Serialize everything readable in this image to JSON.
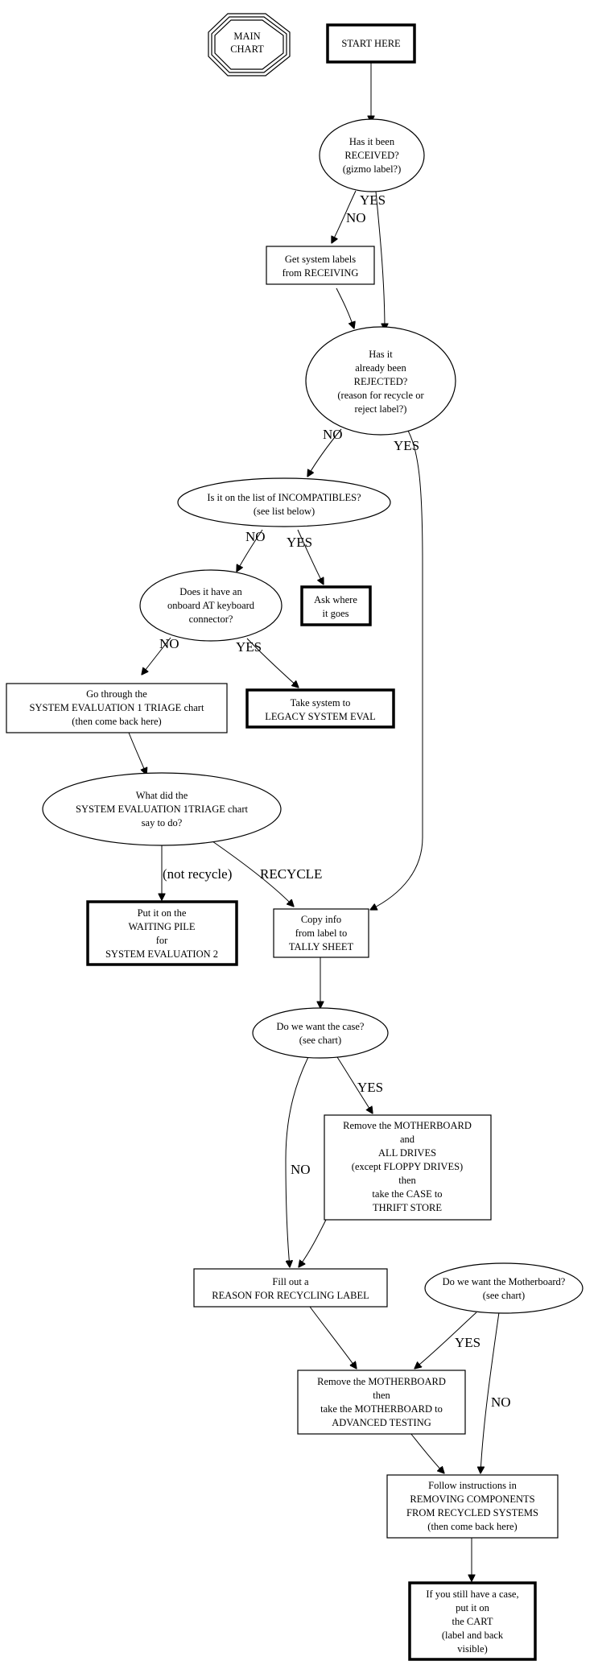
{
  "diagram": {
    "nodes": {
      "main_chart": {
        "shape": "tripleoctagon",
        "lines": [
          "MAIN",
          "CHART"
        ]
      },
      "start": {
        "shape": "box-bold",
        "lines": [
          "START HERE"
        ]
      },
      "received": {
        "shape": "ellipse",
        "lines": [
          "Has it been",
          "RECEIVED?",
          "(gizmo label?)"
        ]
      },
      "get_labels": {
        "shape": "box",
        "lines": [
          "Get system labels",
          "from RECEIVING"
        ]
      },
      "rejected": {
        "shape": "ellipse",
        "lines": [
          "Has it",
          "already been",
          "REJECTED?",
          "(reason for recycle or",
          "reject label?)"
        ]
      },
      "incompatibles": {
        "shape": "ellipse",
        "lines": [
          "Is it on the list of INCOMPATIBLES?",
          "(see list below)"
        ]
      },
      "ask_where": {
        "shape": "box-bold",
        "lines": [
          "Ask where",
          "it goes"
        ]
      },
      "at_keyboard": {
        "shape": "ellipse",
        "lines": [
          "Does it have an",
          "onboard AT keyboard",
          "connector?"
        ]
      },
      "go_through": {
        "shape": "box",
        "lines": [
          "Go through the",
          "SYSTEM EVALUATION 1 TRIAGE chart",
          "(then come back here)"
        ]
      },
      "legacy": {
        "shape": "box-bold",
        "lines": [
          "Take system to",
          "LEGACY SYSTEM EVAL"
        ]
      },
      "what_did": {
        "shape": "ellipse",
        "lines": [
          "What did the",
          "SYSTEM EVALUATION 1TRIAGE chart",
          "say to do?"
        ]
      },
      "waiting_pile": {
        "shape": "box-bold",
        "lines": [
          "Put it on the",
          "WAITING PILE",
          "for",
          "SYSTEM EVALUATION 2"
        ]
      },
      "copy_info": {
        "shape": "box",
        "lines": [
          "Copy info",
          "from label to",
          "TALLY SHEET"
        ]
      },
      "want_case": {
        "shape": "ellipse",
        "lines": [
          "Do we want the case?",
          "(see chart)"
        ]
      },
      "remove_mb_drives": {
        "shape": "box",
        "lines": [
          "Remove the MOTHERBOARD",
          "and",
          "ALL DRIVES",
          "(except FLOPPY DRIVES)",
          "then",
          "take the CASE to",
          "THRIFT STORE"
        ]
      },
      "fill_out": {
        "shape": "box",
        "lines": [
          "Fill out a",
          "REASON FOR RECYCLING LABEL"
        ]
      },
      "want_mb": {
        "shape": "ellipse",
        "lines": [
          "Do we want the Motherboard?",
          "(see chart)"
        ]
      },
      "remove_mb": {
        "shape": "box",
        "lines": [
          "Remove the MOTHERBOARD",
          "then",
          "take the MOTHERBOARD to",
          "ADVANCED TESTING"
        ]
      },
      "follow_instructions": {
        "shape": "box",
        "lines": [
          "Follow instructions in",
          "REMOVING COMPONENTS",
          "FROM RECYCLED SYSTEMS",
          "(then come back here)"
        ]
      },
      "cart": {
        "shape": "box-bold",
        "lines": [
          "If you still have a case,",
          "put it on",
          "the CART",
          "(label and back",
          "visible)"
        ]
      }
    },
    "edges": [
      {
        "from": "start",
        "to": "received",
        "label": ""
      },
      {
        "from": "received",
        "to": "get_labels",
        "label": "NO"
      },
      {
        "from": "received",
        "to": "rejected",
        "label": "YES"
      },
      {
        "from": "get_labels",
        "to": "rejected",
        "label": ""
      },
      {
        "from": "rejected",
        "to": "incompatibles",
        "label": "NO"
      },
      {
        "from": "rejected",
        "to": "copy_info",
        "label": "YES"
      },
      {
        "from": "incompatibles",
        "to": "at_keyboard",
        "label": "NO"
      },
      {
        "from": "incompatibles",
        "to": "ask_where",
        "label": "YES"
      },
      {
        "from": "at_keyboard",
        "to": "go_through",
        "label": "NO"
      },
      {
        "from": "at_keyboard",
        "to": "legacy",
        "label": "YES"
      },
      {
        "from": "go_through",
        "to": "what_did",
        "label": ""
      },
      {
        "from": "what_did",
        "to": "waiting_pile",
        "label": "(not recycle)"
      },
      {
        "from": "what_did",
        "to": "copy_info",
        "label": "RECYCLE"
      },
      {
        "from": "copy_info",
        "to": "want_case",
        "label": ""
      },
      {
        "from": "want_case",
        "to": "remove_mb_drives",
        "label": "YES"
      },
      {
        "from": "want_case",
        "to": "fill_out",
        "label": "NO"
      },
      {
        "from": "remove_mb_drives",
        "to": "fill_out",
        "label": ""
      },
      {
        "from": "fill_out",
        "to": "remove_mb",
        "label": ""
      },
      {
        "from": "want_mb",
        "to": "remove_mb",
        "label": "YES"
      },
      {
        "from": "want_mb",
        "to": "follow_instructions",
        "label": "NO"
      },
      {
        "from": "remove_mb",
        "to": "follow_instructions",
        "label": ""
      },
      {
        "from": "follow_instructions",
        "to": "cart",
        "label": ""
      }
    ]
  }
}
